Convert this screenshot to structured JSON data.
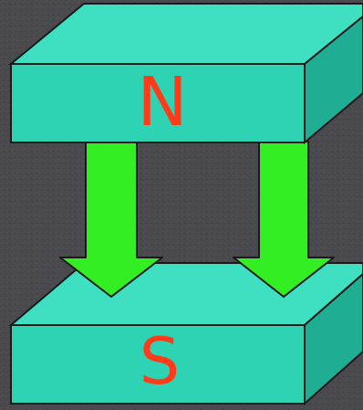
{
  "top_magnet": {
    "pole_label": "N"
  },
  "bottom_magnet": {
    "pole_label": "S"
  },
  "arrows": {
    "count": 2,
    "direction": "down"
  },
  "colors": {
    "background": "#4a4a4e",
    "magnet_front": "#2ed3b3",
    "magnet_top": "#3fe0c2",
    "magnet_side": "#1fae94",
    "edge": "#1a1a1a",
    "arrow_fill": "#33ee22",
    "label": "#ff3b1a"
  }
}
